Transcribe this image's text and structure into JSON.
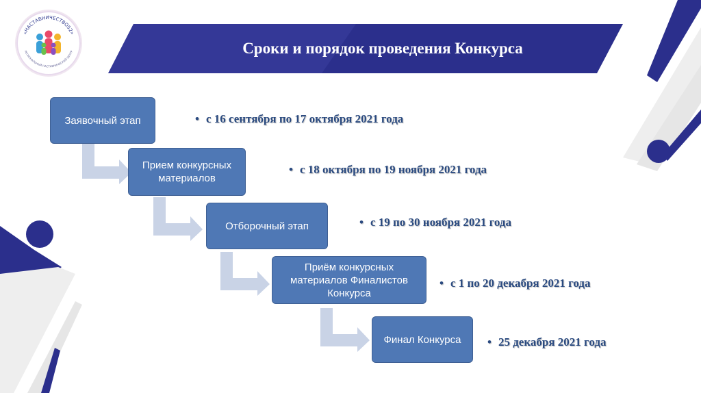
{
  "logo": {
    "ring_text_top": "«НАСТАВНИЧЕСТВО52»",
    "ring_text_bottom": "РЕГИОНАЛЬНЫЙ НАСТАВНИЧЕСКИЙ ЦЕНТР"
  },
  "title": "Сроки и порядок проведения Конкурса",
  "stages": [
    {
      "label": "Заявочный этап",
      "date": "с 16 сентября по 17 октября 2021 года"
    },
    {
      "label": "Прием конкурсных материалов",
      "date": "с 18 октября по 19 ноября 2021 года"
    },
    {
      "label": "Отборочный этап",
      "date": "с 19 по 30 ноября 2021 года"
    },
    {
      "label": "Приём конкурсных материалов Финалистов Конкурса",
      "date": "с 1 по 20 декабря 2021 года"
    },
    {
      "label": "Финал Конкурса",
      "date": "25 декабря 2021 года"
    }
  ],
  "bullet": "•",
  "colors": {
    "navy": "#2b2f8c",
    "stage_fill": "#4f78b5",
    "date_text": "#2a4a80",
    "arrow": "#c9d3e6"
  }
}
